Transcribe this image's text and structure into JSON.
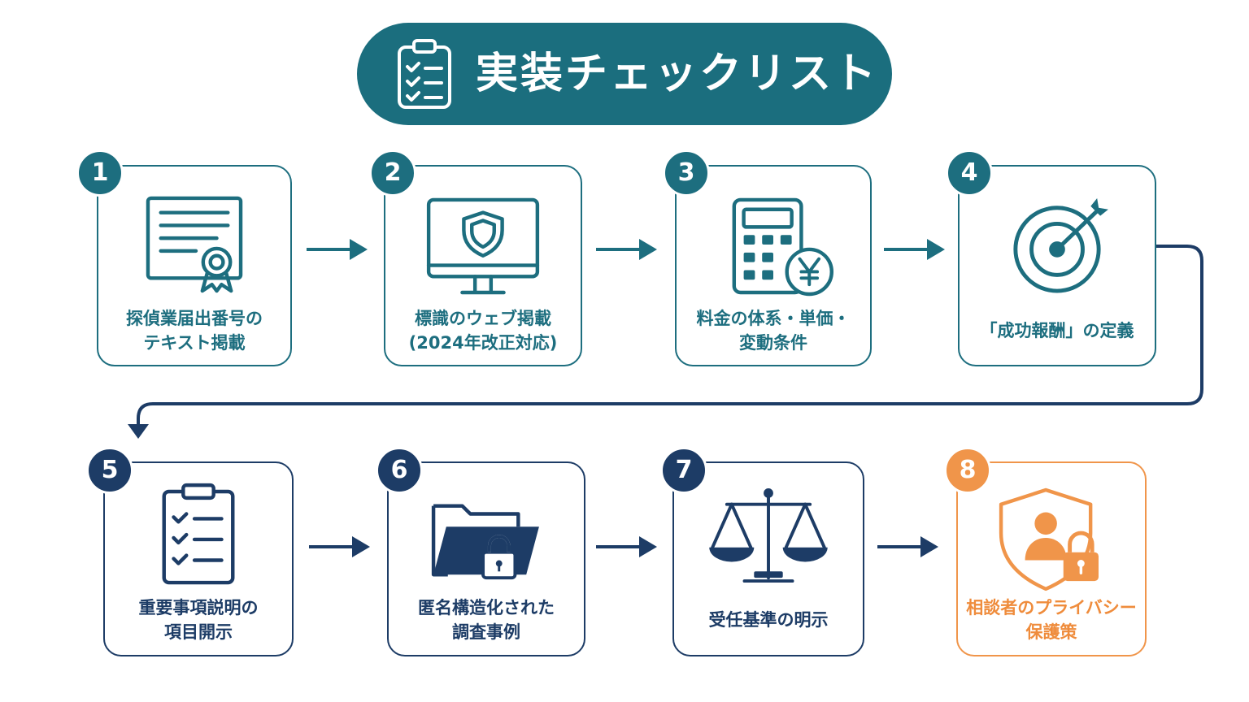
{
  "title": {
    "text": "実装チェックリスト",
    "icon": "clipboard-check-icon"
  },
  "colors": {
    "teal": "#1d6e7f",
    "navy": "#1d3c66",
    "orange": "#f0954a",
    "title_bg": "#1b6e7e"
  },
  "steps": [
    {
      "number": "1",
      "label": "探偵業届出番号の\nテキスト掲載",
      "icon": "certificate-icon"
    },
    {
      "number": "2",
      "label": "標識のウェブ掲載\n(2024年改正対応)",
      "icon": "monitor-shield-icon"
    },
    {
      "number": "3",
      "label": "料金の体系・単価・\n変動条件",
      "icon": "calculator-yen-icon"
    },
    {
      "number": "4",
      "label": "「成功報酬」の定義",
      "icon": "target-icon"
    },
    {
      "number": "5",
      "label": "重要事項説明の\n項目開示",
      "icon": "clipboard-checklist-icon"
    },
    {
      "number": "6",
      "label": "匿名構造化された\n調査事例",
      "icon": "folder-lock-icon"
    },
    {
      "number": "7",
      "label": "受任基準の明示",
      "icon": "scales-icon"
    },
    {
      "number": "8",
      "label": "相談者のプライバシー\n保護策",
      "icon": "shield-user-lock-icon"
    }
  ]
}
